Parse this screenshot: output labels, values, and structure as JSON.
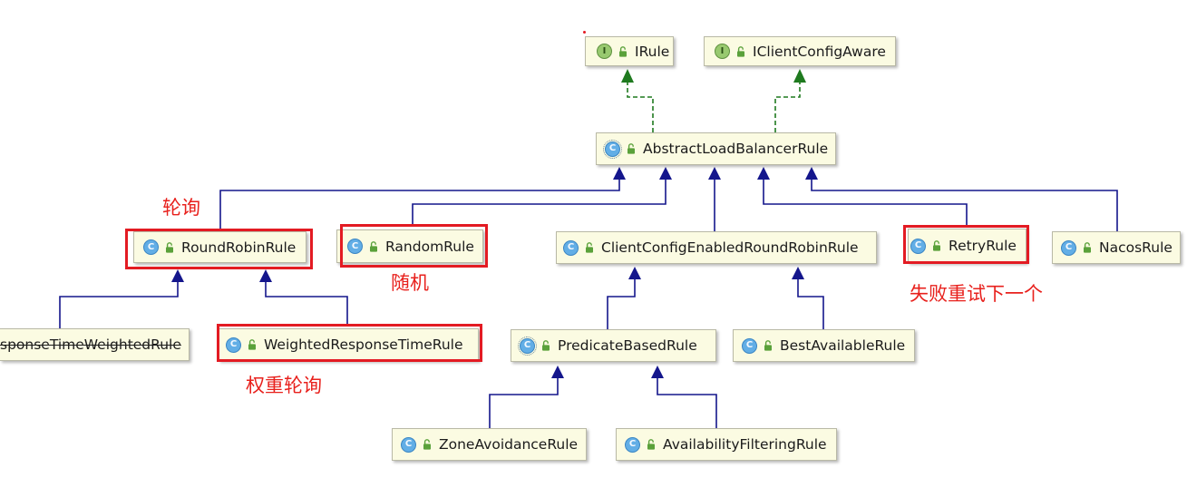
{
  "diagram": {
    "nodes": [
      {
        "icon": "interface-icon",
        "icon_letter": "I",
        "visibility_icon": "public-lock-icon",
        "label": "IRule"
      },
      {
        "icon": "interface-icon",
        "icon_letter": "I",
        "visibility_icon": "public-lock-icon",
        "label": "IClientConfigAware"
      },
      {
        "icon": "abstract-class-icon",
        "icon_letter": "C",
        "visibility_icon": "public-lock-icon",
        "label": "AbstractLoadBalancerRule"
      },
      {
        "icon": "class-icon",
        "icon_letter": "C",
        "visibility_icon": "public-lock-icon",
        "label": "RoundRobinRule"
      },
      {
        "icon": "class-icon",
        "icon_letter": "C",
        "visibility_icon": "public-lock-icon",
        "label": "RandomRule"
      },
      {
        "icon": "class-icon",
        "icon_letter": "C",
        "visibility_icon": "public-lock-icon",
        "label": "ClientConfigEnabledRoundRobinRule"
      },
      {
        "icon": "class-icon",
        "icon_letter": "C",
        "visibility_icon": "public-lock-icon",
        "label": "RetryRule"
      },
      {
        "icon": "class-icon",
        "icon_letter": "C",
        "visibility_icon": "public-lock-icon",
        "label": "NacosRule"
      },
      {
        "label": "sponseTimeWeightedRule",
        "deprecated": true
      },
      {
        "icon": "class-icon",
        "icon_letter": "C",
        "visibility_icon": "public-lock-icon",
        "label": "WeightedResponseTimeRule"
      },
      {
        "icon": "abstract-class-icon",
        "icon_letter": "C",
        "visibility_icon": "public-lock-icon",
        "label": "PredicateBasedRule"
      },
      {
        "icon": "class-icon",
        "icon_letter": "C",
        "visibility_icon": "public-lock-icon",
        "label": "BestAvailableRule"
      },
      {
        "icon": "class-icon",
        "icon_letter": "C",
        "visibility_icon": "public-lock-icon",
        "label": "ZoneAvoidanceRule"
      },
      {
        "icon": "class-icon",
        "icon_letter": "C",
        "visibility_icon": "public-lock-icon",
        "label": "AvailabilityFilteringRule"
      }
    ],
    "edges": [
      {
        "from": 2,
        "to": 0,
        "relation": "implements"
      },
      {
        "from": 2,
        "to": 1,
        "relation": "implements"
      },
      {
        "from": 3,
        "to": 2,
        "relation": "extends"
      },
      {
        "from": 4,
        "to": 2,
        "relation": "extends"
      },
      {
        "from": 5,
        "to": 2,
        "relation": "extends"
      },
      {
        "from": 6,
        "to": 2,
        "relation": "extends"
      },
      {
        "from": 7,
        "to": 2,
        "relation": "extends"
      },
      {
        "from": 8,
        "to": 3,
        "relation": "extends"
      },
      {
        "from": 9,
        "to": 3,
        "relation": "extends"
      },
      {
        "from": 10,
        "to": 5,
        "relation": "extends"
      },
      {
        "from": 11,
        "to": 5,
        "relation": "extends"
      },
      {
        "from": 12,
        "to": 10,
        "relation": "extends"
      },
      {
        "from": 13,
        "to": 10,
        "relation": "extends"
      }
    ],
    "highlighted_nodes": [
      3,
      4,
      6,
      9
    ],
    "annotations": [
      {
        "node": 3,
        "text": "轮询"
      },
      {
        "node": 4,
        "text": "随机"
      },
      {
        "node": 9,
        "text": "权重轮询"
      },
      {
        "node": 6,
        "text": "失败重试下一个"
      }
    ]
  },
  "colors": {
    "node_fill": "#fbfbe2",
    "node_border": "#b9b9a6",
    "inheritance_line": "#14168c",
    "implementation_line": "#1f7a1f",
    "interface_icon": "#98c96f",
    "class_icon": "#62aee6",
    "visibility_icon": "#5aa13a",
    "highlight": "#e31b23",
    "annotation_text": "#e8211d"
  }
}
